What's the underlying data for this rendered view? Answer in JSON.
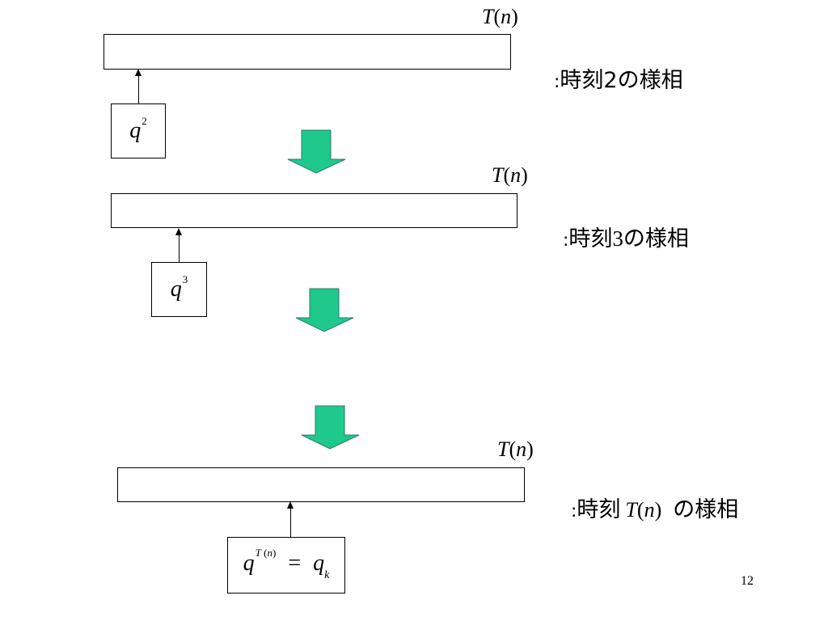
{
  "steps": [
    {
      "state_label_T": "T",
      "state_label_n": "n",
      "annotation_colon": ":",
      "annotation_text": "時刻2の様相",
      "q_base": "q",
      "q_exp": "2"
    },
    {
      "state_label_T": "T",
      "state_label_n": "n",
      "annotation_colon": ":",
      "annotation_pre": "時刻",
      "annotation_num": "3",
      "annotation_post": "の様相",
      "q_base": "q",
      "q_exp": "3"
    },
    {
      "state_label_T": "T",
      "state_label_n": "n",
      "annotation_colon": ":",
      "annotation_pre": "時刻",
      "annotation_T": "T",
      "annotation_n": "n",
      "annotation_post": "の様相",
      "q_base": "q",
      "q_exp_T": "T",
      "q_exp_n": "n",
      "q_eq": "=",
      "q_rhs": "q",
      "q_rhs_sub": "k"
    }
  ],
  "flow_arrow_color": "#1ec98b",
  "page_number": "12"
}
